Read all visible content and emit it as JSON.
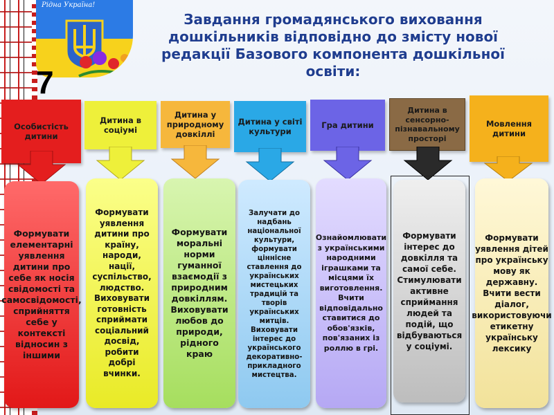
{
  "badge": {
    "caption": "Рідна Україна!"
  },
  "page_number": "7",
  "title": "Завдання громадянського виховання дошкільників відповідно до змісту нової редакції Базового компонента дошкільної освіти:",
  "columns": [
    {
      "heading": "Особистість дитини",
      "text": "Формувати елементарні уявлення дитини про себе як носія свідомості та самосвідомості, сприйняття себе у контексті відносин з іншими",
      "color": "#e41e1e"
    },
    {
      "heading": "Дитина в соціумі",
      "text": "Формувати уявлення дитини про країну, народи, нації, суспільство, людство. Виховувати готовність сприймати соціальний досвід, робити добрі вчинки.",
      "color": "#eef03a"
    },
    {
      "heading": "Дитина у природному довкіллі",
      "text": "Формувати моральні норми гуманної взаємодії з природним довкіллям. Виховувати любов до природи, рідного краю",
      "color": "#f6b73c"
    },
    {
      "heading": "Дитина у світі культури",
      "text": "Залучати до надбань національної культури, формувати ціннісне ставлення до українських мистецьких традицій та творів українських митців. Виховувати інтерес до українського декоративно-прикладного мистецтва.",
      "color": "#2aa8e6"
    },
    {
      "heading": "Гра дитини",
      "text": "Ознайомлювати з українськими народними іграшками та місцями їх виготовлення. Вчити відповідально ставитися до обов'язків, пов'язаних із роллю в грі.",
      "color": "#6c64e6"
    },
    {
      "heading": "Дитина в сенсорно-пізнавальному просторі",
      "text": "Формувати інтерес до довкілля та самої себе. Стимулювати активне сприймання людей та подій, що відбуваються у соціумі.",
      "color": "#8a6a45"
    },
    {
      "heading": "Мовлення дитини",
      "text": "Формувати уявлення дітей про українську мову як державну. Вчити вести діалог, використовуючи етикетну українську лексику",
      "color": "#f5b11c"
    }
  ]
}
